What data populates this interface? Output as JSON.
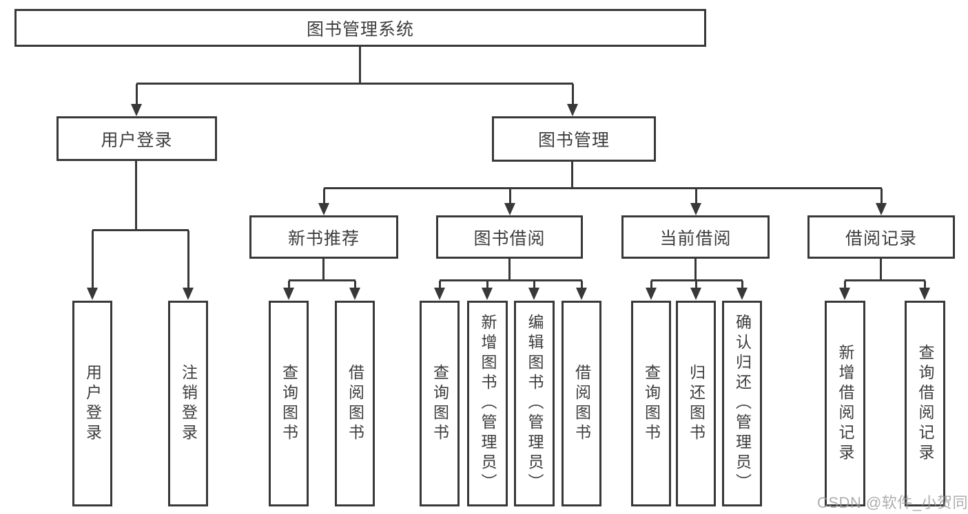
{
  "colors": {
    "line": "#383838",
    "text": "#3d3d3d",
    "watermark": "#989898",
    "background": "#ffffff"
  },
  "watermark": {
    "text": "CSDN @软件_小贺同学"
  },
  "tree": {
    "root": "图书管理系统",
    "children": [
      {
        "label": "用户登录",
        "children": [
          "用户登录",
          "注销登录"
        ]
      },
      {
        "label": "图书管理",
        "children": [
          {
            "label": "新书推荐",
            "children": [
              "查询图书",
              "借阅图书"
            ]
          },
          {
            "label": "图书借阅",
            "children": [
              "查询图书",
              "新增图书（管理员）",
              "编辑图书（管理员）",
              "借阅图书"
            ]
          },
          {
            "label": "当前借阅",
            "children": [
              "查询图书",
              "归还图书",
              "确认归还（管理员）"
            ]
          },
          {
            "label": "借阅记录",
            "children": [
              "新增借阅记录",
              "查询借阅记录"
            ]
          }
        ]
      }
    ]
  }
}
